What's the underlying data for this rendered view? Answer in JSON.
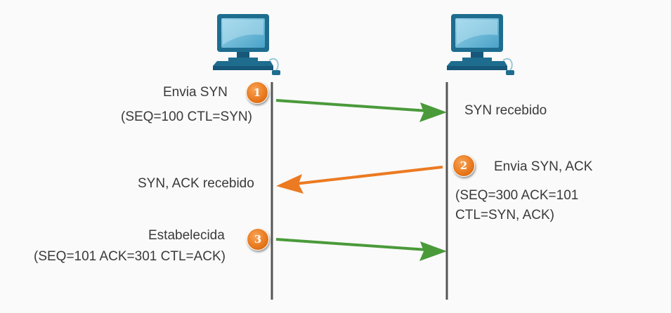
{
  "hosts": [
    {
      "icon": "computer-icon"
    },
    {
      "icon": "computer-icon"
    }
  ],
  "steps": [
    {
      "number": "1",
      "left_line1": "Envia SYN",
      "left_line2": "(SEQ=100 CTL=SYN)",
      "right_line1": "SYN recebido",
      "direction": "right",
      "color": "#4a9a3a"
    },
    {
      "number": "2",
      "right_line1": "Envia SYN, ACK",
      "right_line2": "(SEQ=300 ACK=101",
      "right_line3": "CTL=SYN, ACK)",
      "left_line1": "SYN, ACK recebido",
      "direction": "left",
      "color": "#ec7a22"
    },
    {
      "number": "3",
      "left_line1": "Estabelecida",
      "left_line2": "(SEQ=101 ACK=301 CTL=ACK)",
      "direction": "right",
      "color": "#4a9a3a"
    }
  ],
  "colors": {
    "timeline": "#555555",
    "badge": "#ea7a1e",
    "computer": "#1e6d8f"
  }
}
